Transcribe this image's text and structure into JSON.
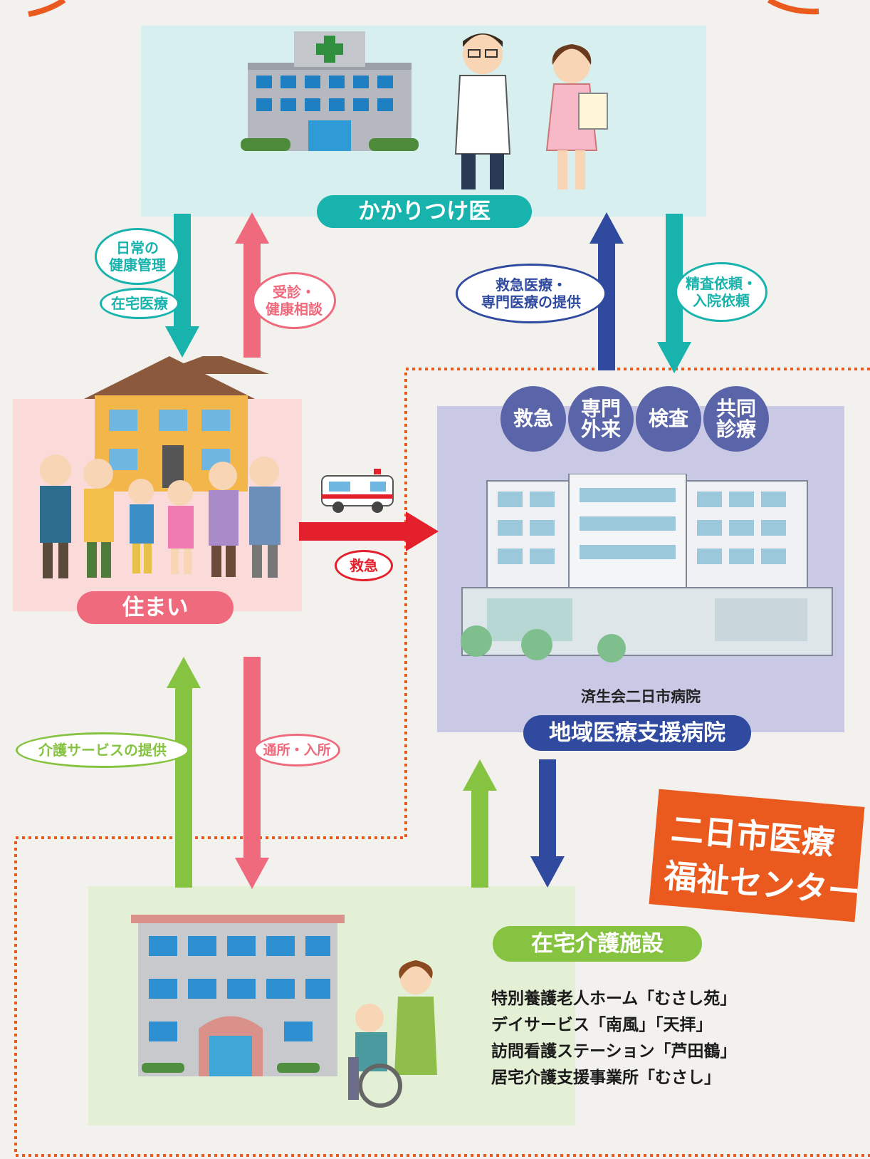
{
  "clinic": {
    "label": "かかりつけ医"
  },
  "home": {
    "label": "住まい"
  },
  "hospital": {
    "label": "地域医療支援病院",
    "name": "済生会二日市病院",
    "services": [
      "救急",
      "専門\n外来",
      "検査",
      "共同\n診療"
    ]
  },
  "care": {
    "label": "在宅介護施設",
    "facilities": [
      "特別養護老人ホーム「むさし苑」",
      "デイサービス「南風」「天拝」",
      "訪問看護ステーション「芦田鶴」",
      "居宅介護支援事業所「むさし」"
    ]
  },
  "center": {
    "title_line1": "二日市医療",
    "title_line2": "福祉センター"
  },
  "arrows": {
    "daily_health": "日常の\n健康管理",
    "home_care": "在宅医療",
    "consult": "受診・\n健康相談",
    "emergency_specialist": "救急医療・\n専門医療の提供",
    "referral": "精査依頼・\n入院依頼",
    "emergency": "救急",
    "care_service": "介護サービスの提供",
    "day_admission": "通所・入所"
  },
  "colors": {
    "teal": "#19b3ad",
    "pink": "#ee6a7c",
    "navy": "#2f4a9e",
    "green": "#86c341",
    "red": "#e3202b",
    "orange": "#ea5a1f",
    "clinic_bg": "#d7efee",
    "home_bg": "#fbdada",
    "hospital_bg": "#c9c9e6",
    "care_bg": "#e3f0d6"
  }
}
